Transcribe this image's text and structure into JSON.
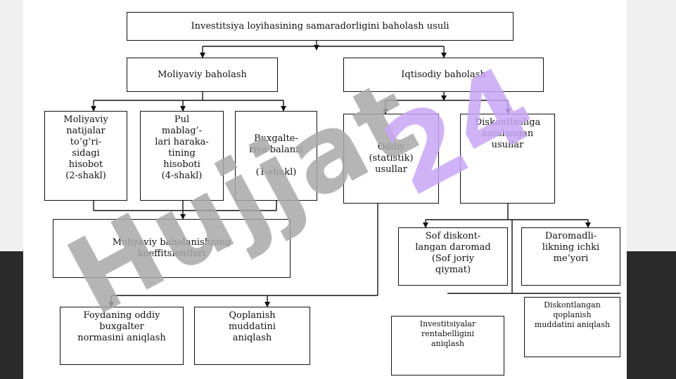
{
  "title": "Investitsiya loyihasining samaradorligini baholash usuli",
  "level1": {
    "financial": "Moliyaviy baholash",
    "economic": "Iqtisodiy baholash"
  },
  "financial_docs": {
    "results": "Moliyaviy\nnatijalar\nto’g’ri-\nsidagi\nhisobot\n(2-shakl)",
    "cashflow": "Pul\nmablag’-\nlari haraka-\ntining\nhisoboti\n(4-shakl)",
    "balance": "Buxgalte-\nriya balansi\n\n(1-shakl)"
  },
  "economic_methods": {
    "simple": "Oddiy\n(statistik)\nusullar",
    "discount": "Diskontlashga\nasoslangan\nusullar"
  },
  "coefficients": "Moliyaviy baholanishning\nkoeffitsientlari",
  "simple_methods": {
    "profit_norm": "Foydaning oddiy\nbuxgalter\nnormasini aniqlash",
    "payback": "Qoplanish\nmuddatini\naniqlash"
  },
  "discount_methods": {
    "npv": "Sof diskont-\nlangan daromad\n(Sof joriy\nqiymat)",
    "irr": "Daromadli-\nlikning ichki\nme’yori",
    "pi": "Investitsiyalar\nrentabelligini\naniqlash",
    "dpp": "Diskontlangan\nqoplanish\nmuddatini aniqlash"
  },
  "watermark": {
    "text1": "Hujjat",
    "text2": "24",
    "color_gray": "#a9a9a9",
    "color_purple": "#c7a6f5"
  }
}
